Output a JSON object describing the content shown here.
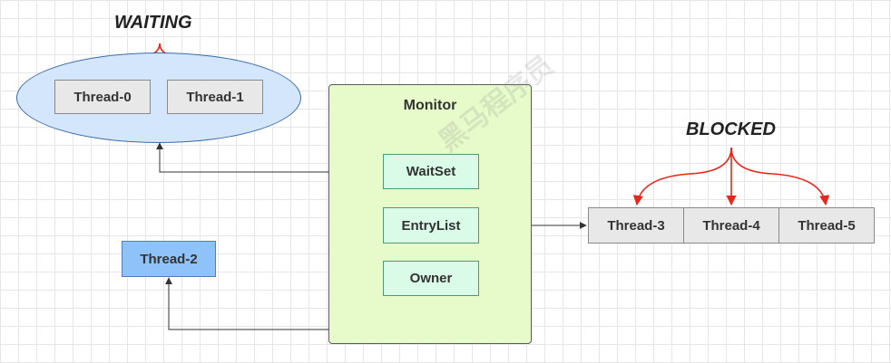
{
  "labels": {
    "waiting": "WAITING",
    "blocked": "BLOCKED"
  },
  "waiting_set": [
    "Thread-0",
    "Thread-1"
  ],
  "monitor": {
    "title": "Monitor",
    "wait_set": "WaitSet",
    "entry_list": "EntryList",
    "owner": "Owner"
  },
  "owner_thread": "Thread-2",
  "blocked_queue": [
    "Thread-3",
    "Thread-4",
    "Thread-5"
  ],
  "watermark": "黑马程序员",
  "colors": {
    "arrow_red": "#e8261c",
    "connector": "#333333"
  }
}
